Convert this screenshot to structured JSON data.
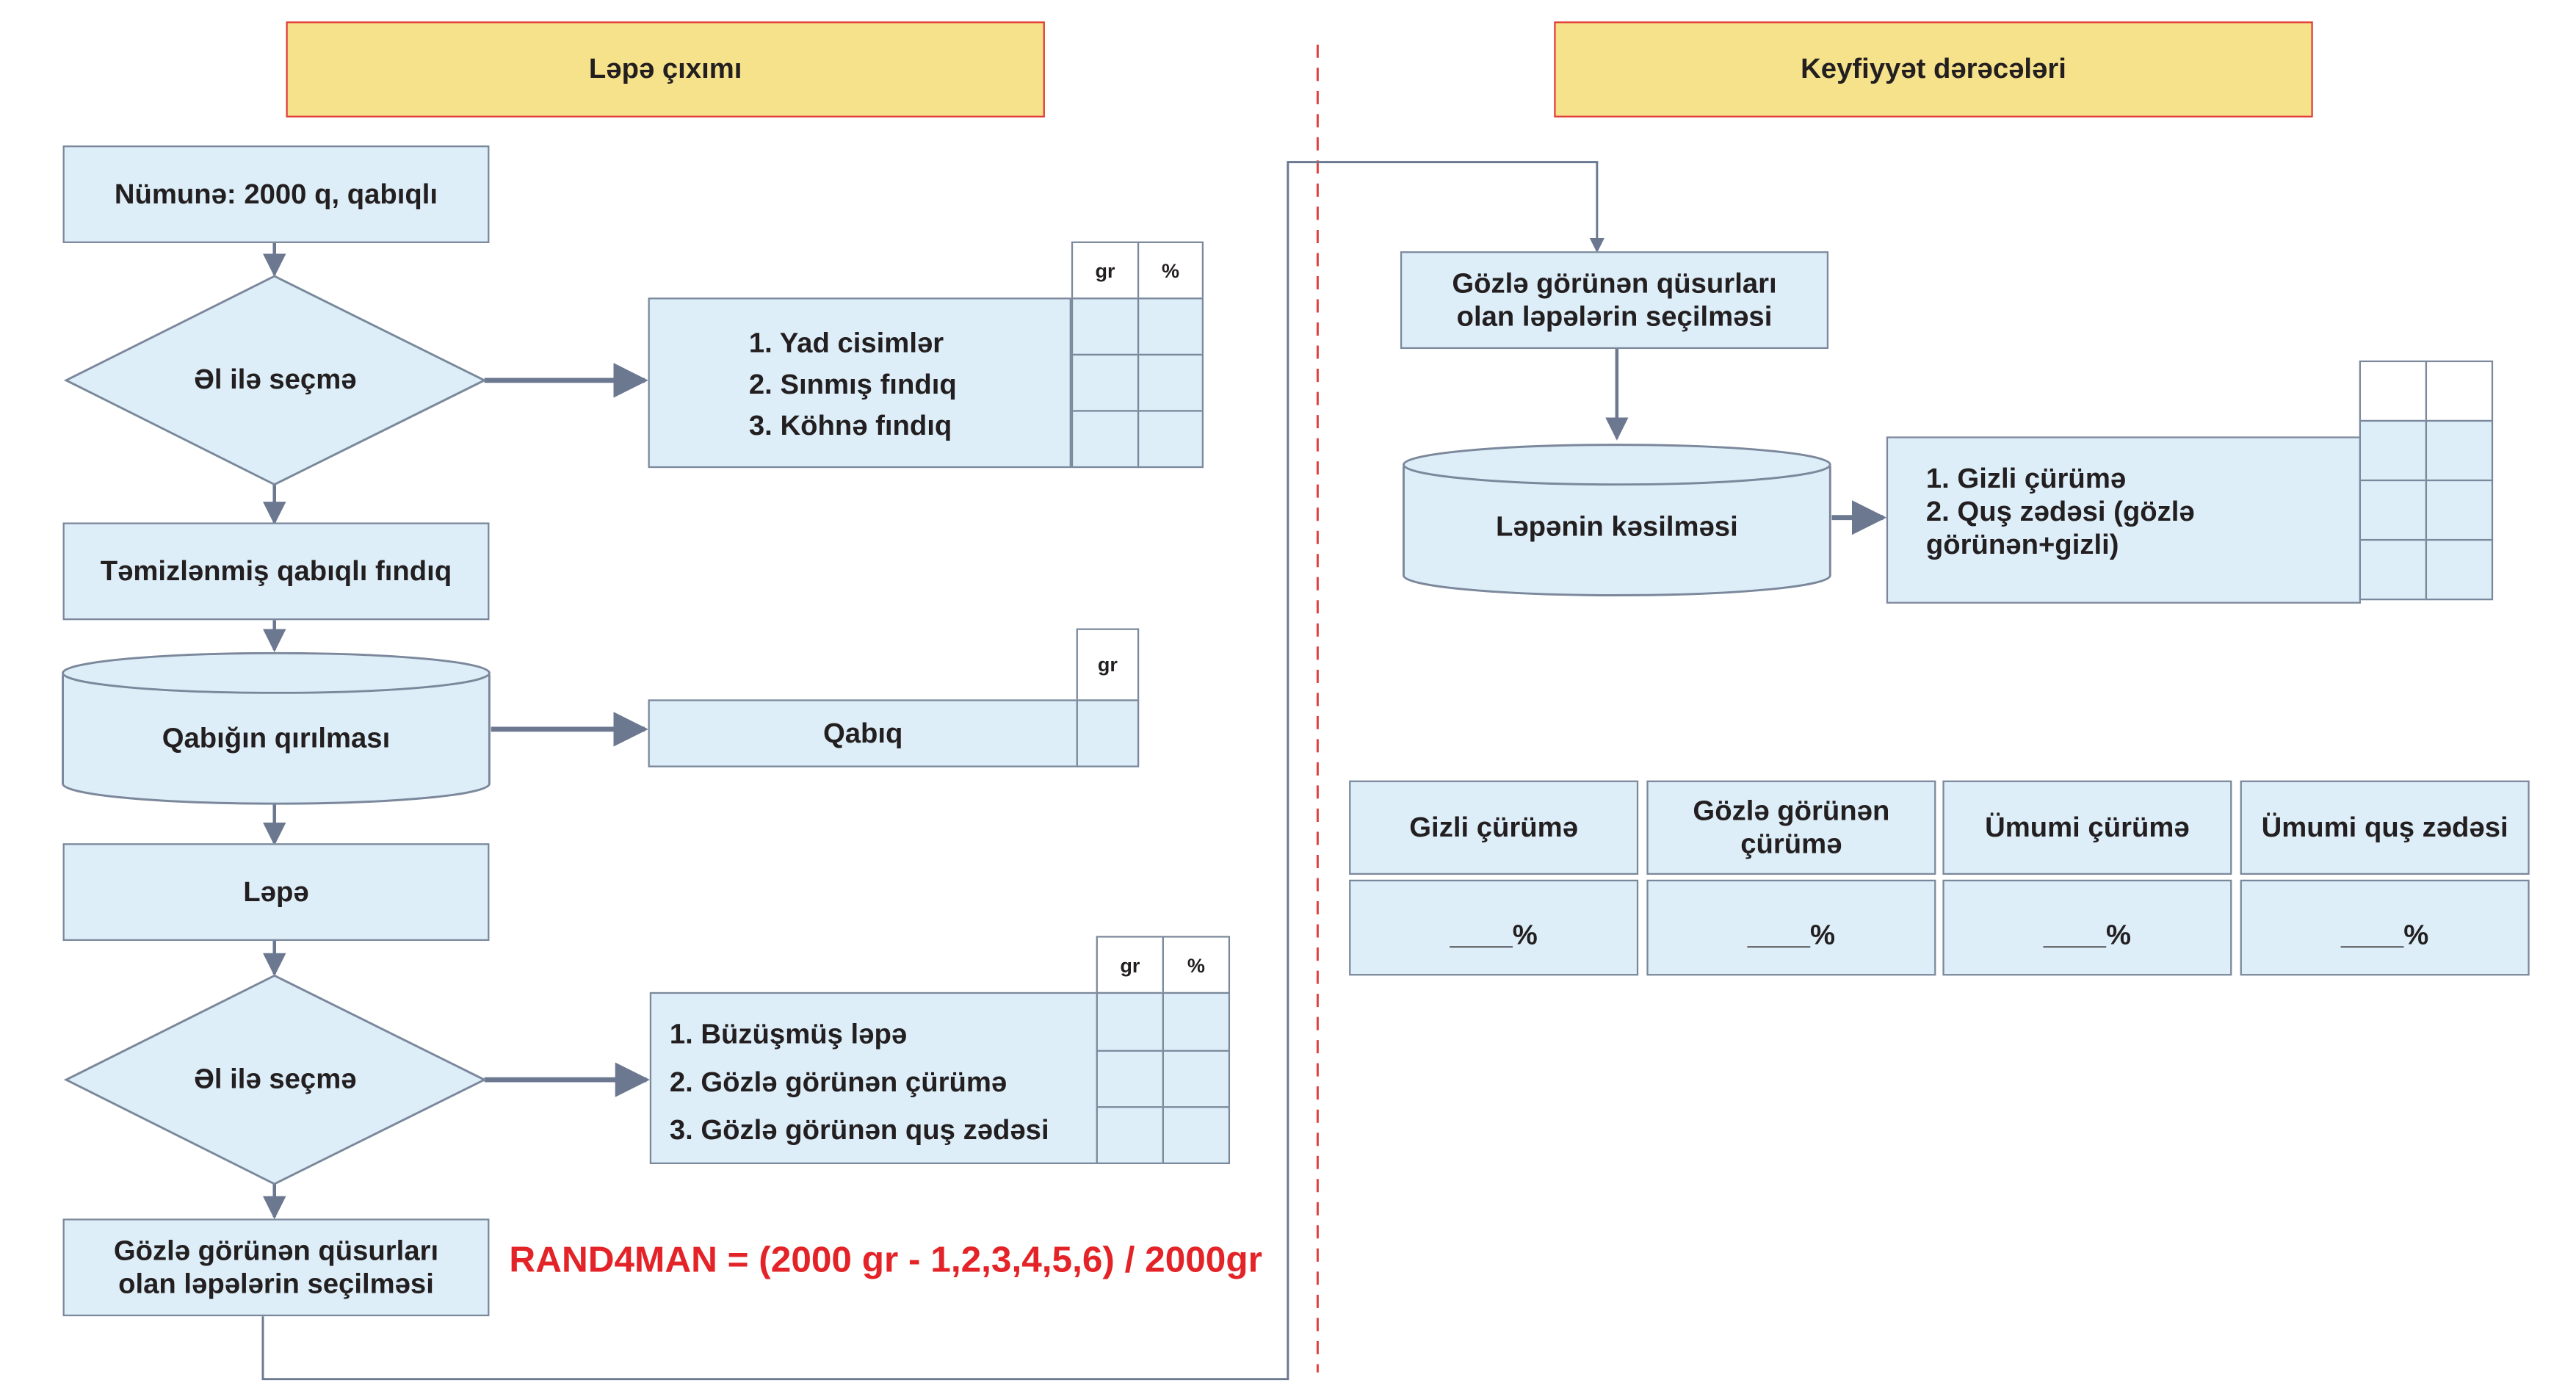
{
  "headers": {
    "left": "Ləpə çıxımı",
    "right": "Keyfiyyət dərəcələri"
  },
  "left_flow": {
    "sample": "Nümunə: 2000 q, qabıqlı",
    "sort1": "Əl ilə seçmə",
    "sort1_results": [
      "1. Yad cisimlər",
      "2. Sınmış fındıq",
      "3. Köhnə fındıq"
    ],
    "cleaned": "Təmizlənmiş qabıqlı fındıq",
    "cracking": "Qabığın qırılması",
    "shell": "Qabıq",
    "kernel": "Ləpə",
    "sort2": "Əl ilə seçmə",
    "sort2_results": [
      "1. Büzüşmüş ləpə",
      "2. Gözlə görünən çürümə",
      "3. Gözlə görünən quş zədəsi"
    ],
    "visible_defects": "Gözlə görünən qüsurları olan ləpələrin seçilməsi"
  },
  "table_headers": {
    "gr": "gr",
    "pct": "%"
  },
  "formula": "RAND4MAN = (2000 gr - 1,2,3,4,5,6) / 2000gr",
  "right_flow": {
    "visible_defects": "Gözlə görünən qüsurları olan ləpələrin seçilməsi",
    "cutting": "Ləpənin kəsilməsi",
    "cut_results": [
      "1. Gizli çürümə",
      "2. Quş zədəsi (gözlə görünən+gizli)"
    ]
  },
  "summary": {
    "headers": [
      "Gizli çürümə",
      "Gözlə görünən çürümə",
      "Ümumi çürümə",
      "Ümumi quş zədəsi"
    ],
    "values": [
      "____%",
      "____%",
      "____%",
      "____%"
    ]
  },
  "colors": {
    "box_fill": "#ddeef8",
    "box_border": "#7b889b",
    "header_fill": "#f5e28a",
    "header_border": "#e23b3b",
    "formula": "#e32327",
    "divider": "#e23b3b"
  }
}
